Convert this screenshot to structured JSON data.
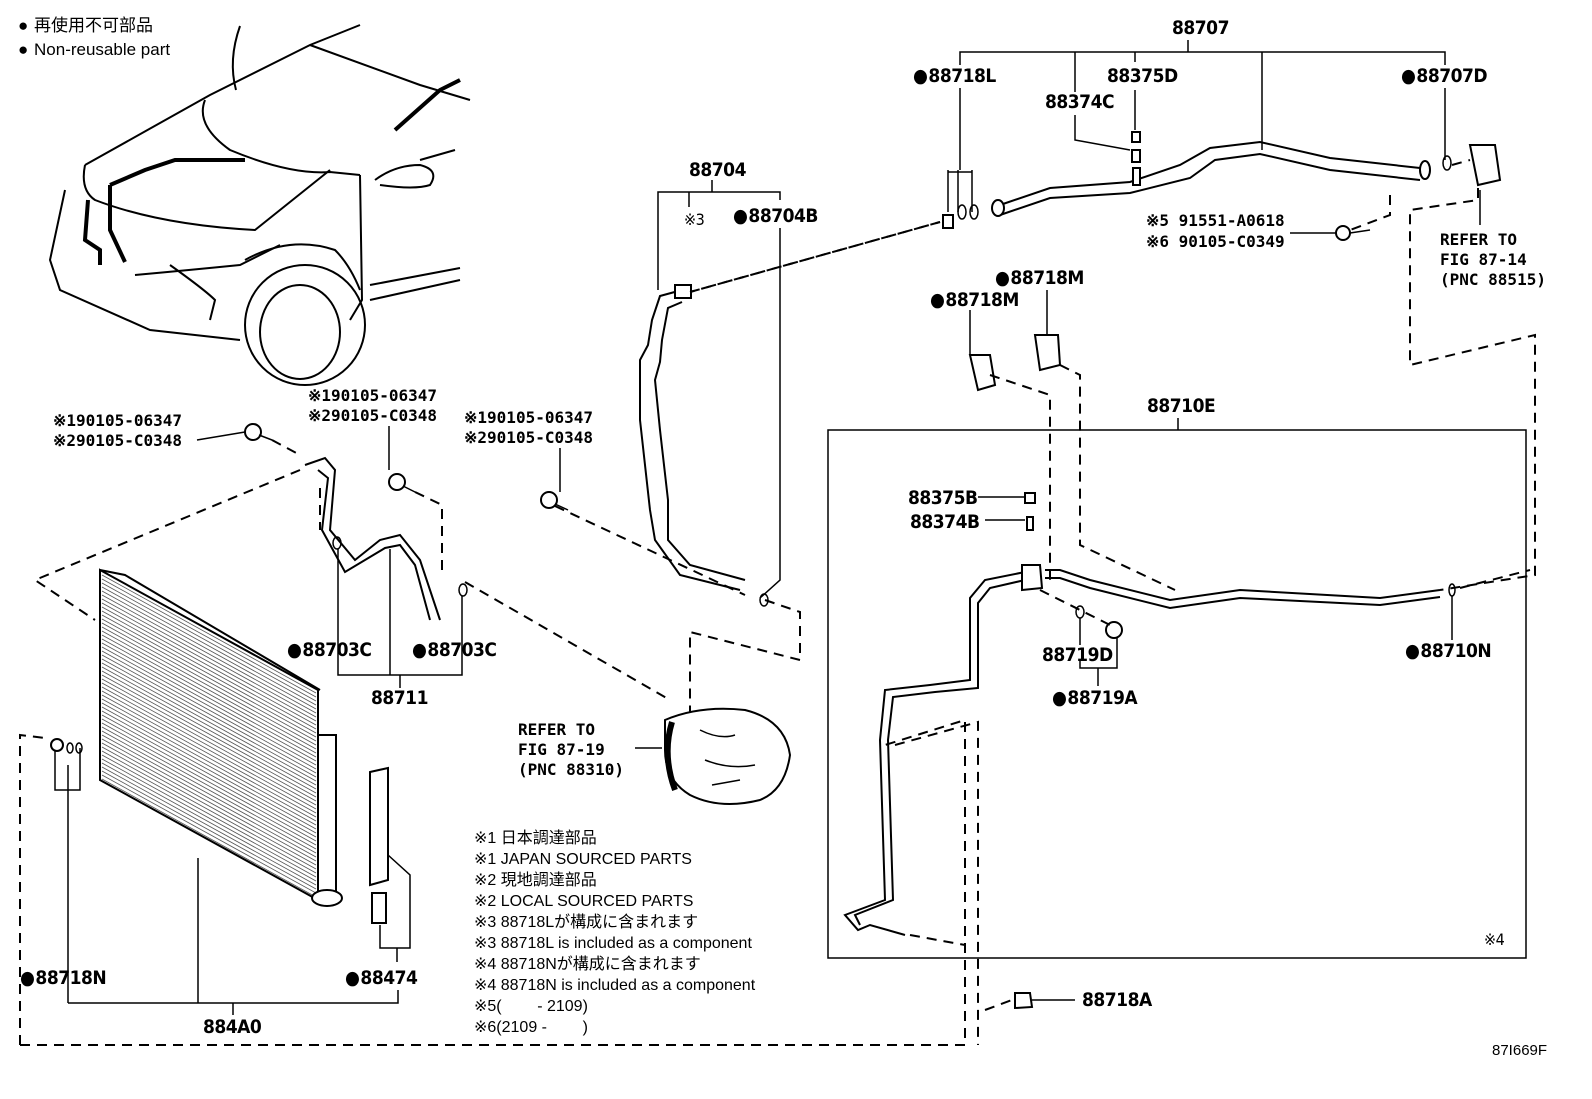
{
  "legend": {
    "non_reusable_jp": "再使用不可部品",
    "non_reusable_en": "Non-reusable part"
  },
  "figure_id": "87I669F",
  "parts": {
    "p88707": "88707",
    "p88718L": "88718L",
    "p88375D": "88375D",
    "p88374C": "88374C",
    "p88707D": "88707D",
    "p88704": "88704",
    "p88704_note": "※3",
    "p88704B": "88704B",
    "bolt5": "※5 91551-A0618",
    "bolt6": "※6 90105-C0349",
    "refer_1487": [
      "REFER TO",
      "FIG 87-14",
      "(PNC 88515)"
    ],
    "p88718M_a": "88718M",
    "p88718M_b": "88718M",
    "p88710E": "88710E",
    "p88375B": "88375B",
    "p88374B": "88374B",
    "p88719D": "88719D",
    "p88719A": "88719A",
    "p88710N": "88710N",
    "p88710E_note": "※4",
    "p88718A": "88718A",
    "bolt_left_1": "※190105-06347",
    "bolt_left_2": "※290105-C0348",
    "bolt_mid_1": "※190105-06347",
    "bolt_mid_2": "※290105-C0348",
    "bolt_right_1": "※190105-06347",
    "bolt_right_2": "※290105-C0348",
    "p88703C_a": "88703C",
    "p88703C_b": "88703C",
    "p88711": "88711",
    "refer_8719": [
      "REFER TO",
      "FIG 87-19",
      "(PNC 88310)"
    ],
    "p88718N": "88718N",
    "p88474": "88474",
    "p884A0": "884A0"
  },
  "notes": [
    "※1 日本調達部品",
    "※1 JAPAN SOURCED PARTS",
    "※2 現地調達部品",
    "※2 LOCAL SOURCED PARTS",
    "※3 88718Lが構成に含まれます",
    "※3 88718L is included as a component",
    "※4 88718Nが構成に含まれます",
    "※4 88718N is included as a component",
    "※5(        - 2109)",
    "※6(2109 -        )"
  ]
}
